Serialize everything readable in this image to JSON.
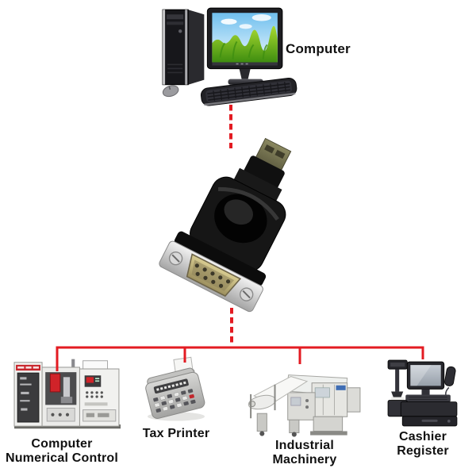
{
  "diagram": {
    "background_color": "#ffffff",
    "accent_color": "#e31b22",
    "label_color": "#111111",
    "top_node": {
      "icon": "desktop-computer-icon",
      "label": "Computer"
    },
    "hub_node": {
      "icon": "usb-to-rs232-adapter-icon"
    },
    "bottom_nodes": [
      {
        "icon": "cnc-machine-icon",
        "label_line1": "Computer",
        "label_line2": "Numerical Control"
      },
      {
        "icon": "tax-printer-icon",
        "label_line1": "Tax Printer",
        "label_line2": ""
      },
      {
        "icon": "industrial-machinery-icon",
        "label_line1": "Industrial",
        "label_line2": "Machinery"
      },
      {
        "icon": "cashier-register-icon",
        "label_line1": "Cashier",
        "label_line2": "Register"
      }
    ]
  }
}
